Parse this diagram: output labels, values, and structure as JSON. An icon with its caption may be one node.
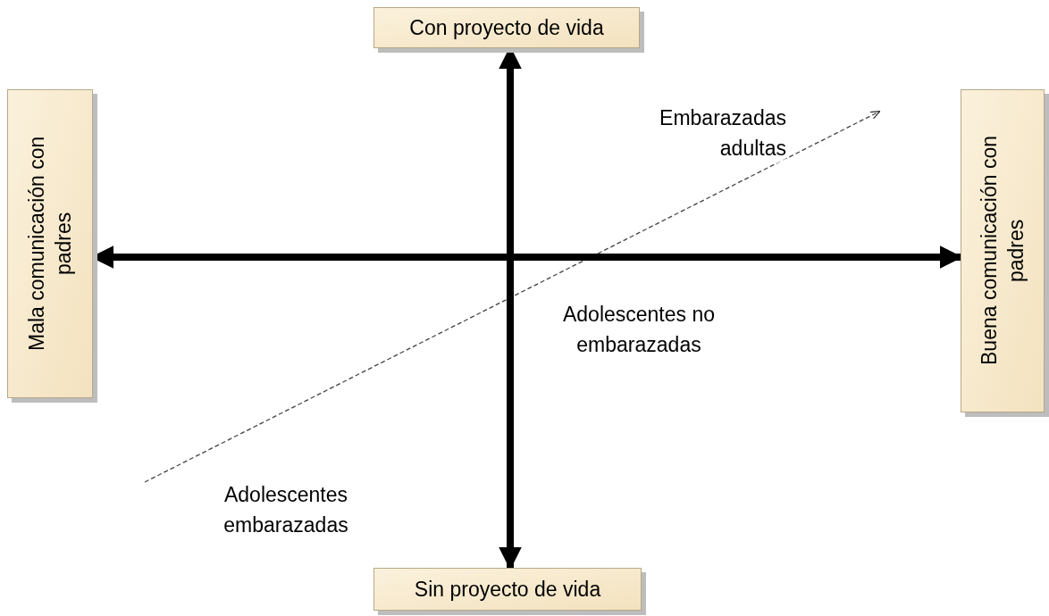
{
  "diagram": {
    "nodes": [
      {
        "text": [
          "Con proyecto de vida"
        ]
      },
      {
        "text": [
          "Mala comunicación con padres"
        ]
      },
      {
        "text": [
          "Buena comunicación con padres"
        ]
      },
      {
        "text": [
          "Sin proyecto de vida"
        ]
      }
    ],
    "edges": [
      {
        "from": 0,
        "to": 3,
        "arrow": "both"
      },
      {
        "from": 1,
        "to": 2,
        "arrow": "both"
      }
    ],
    "labels": [
      "Embarazadas adultas",
      "Adolescentes no embarazadas",
      "Adolescentes embarazadas"
    ]
  }
}
